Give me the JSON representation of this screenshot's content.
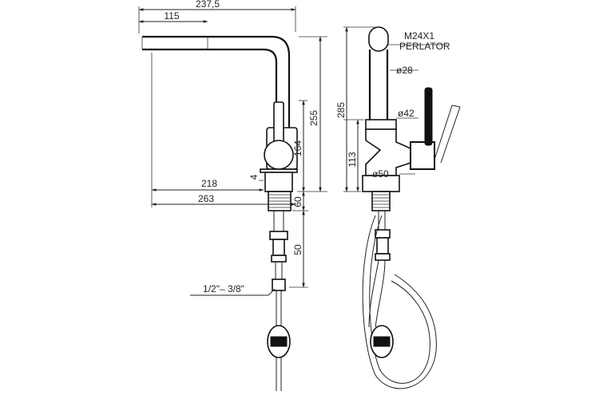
{
  "drawing": {
    "side_view": {
      "dim_total_reach": "237,5",
      "dim_spout_length": "115",
      "dim_total_height": "255",
      "dim_body_height": "164",
      "dim_small": "4",
      "dim_base_reach": "218",
      "dim_hose_reach": "263",
      "dim_shank": "60",
      "dim_hose_section": "50",
      "thread_label": "1/2\"– 3/8\""
    },
    "front_view": {
      "thread_label": "M24X1",
      "aerator_label": "PERLATOR",
      "dim_total_height": "285",
      "dim_lower_height": "113",
      "dia_spout": "ø28",
      "dia_body": "ø42",
      "dia_base": "ø50"
    }
  }
}
